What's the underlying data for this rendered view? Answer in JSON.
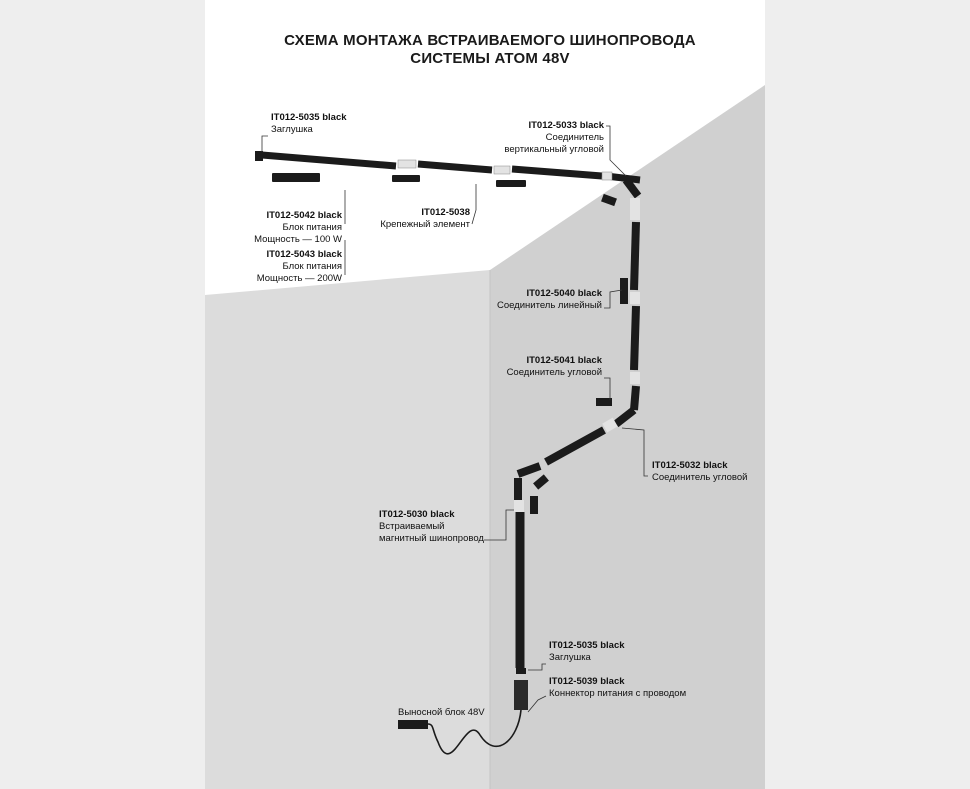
{
  "title": {
    "line1": "СХЕМА МОНТАЖА ВСТРАИВАЕМОГО ШИНОПРОВОДА",
    "line2": "СИСТЕМЫ ATOM 48V"
  },
  "labels": {
    "cap_top": {
      "code": "IT012-5035 black",
      "lines": [
        "Заглушка"
      ]
    },
    "power_100": {
      "code": "IT012-5042 black",
      "lines": [
        "Блок питания",
        "Мощность — 100 W"
      ]
    },
    "power_200": {
      "code": "IT012-5043 black",
      "lines": [
        "Блок питания",
        "Мощность — 200W"
      ]
    },
    "mount": {
      "code": "IT012-5038",
      "lines": [
        "Крепежный элемент"
      ]
    },
    "vert_corner": {
      "code": "IT012-5033 black",
      "lines": [
        "Соединитель",
        "вертикальный угловой"
      ]
    },
    "linear": {
      "code": "IT012-5040 black",
      "lines": [
        "Соединитель линейный"
      ]
    },
    "corner_5041": {
      "code": "IT012-5041 black",
      "lines": [
        "Соединитель  угловой"
      ]
    },
    "corner_5032": {
      "code": "IT012-5032 black",
      "lines": [
        "Соединитель  угловой"
      ]
    },
    "track": {
      "code": "IT012-5030 black",
      "lines": [
        "Встраиваемый",
        "магнитный шинопровод"
      ]
    },
    "cap_bottom": {
      "code": "IT012-5035 black",
      "lines": [
        "Заглушка"
      ]
    },
    "connector": {
      "code": "IT012-5039 black",
      "lines": [
        "Коннектор питания с проводом"
      ]
    },
    "remote": {
      "code": "Выносной блок 48V",
      "lines": []
    }
  },
  "colors": {
    "wall_light": "#ffffff",
    "wall_mid": "#dedede",
    "wall_dark": "#cfcfcf",
    "track": "#1b1b1b",
    "connector": "#e8e8e8",
    "leader": "#222222"
  }
}
